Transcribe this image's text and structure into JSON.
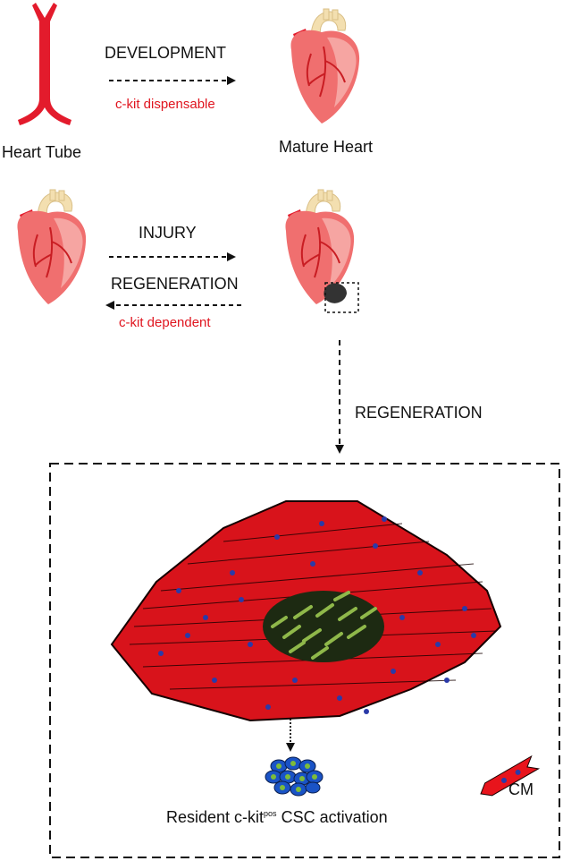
{
  "labels": {
    "heart_tube": "Heart Tube",
    "mature_heart": "Mature Heart",
    "development": "DEVELOPMENT",
    "ckit_dispensable": "c-kit dispensable",
    "injury": "INJURY",
    "regeneration_top": "REGENERATION",
    "ckit_dependent": "c-kit dependent",
    "regeneration_mid": "REGENERATION",
    "cm": "CM",
    "csc_prefix": "Resident c-kit",
    "csc_sup": "pos",
    "csc_suffix": " CSC activation"
  },
  "colors": {
    "red_text": "#e0151f",
    "tube": "#e31b2c",
    "heart_body": "#f06f6f",
    "heart_light": "#f6a5a2",
    "vessel": "#d2242a",
    "aorta": "#f3dfb0",
    "cm_red": "#e8141c",
    "nucleus": "#2b3aa8",
    "scar_green": "#8fb84a",
    "csc_blue": "#1a53c6",
    "csc_green": "#7dbb3a",
    "infarct": "#333333"
  },
  "icons": {
    "tube": "heart-tube-icon",
    "heart": "heart-icon",
    "tissue": "myocardium-tissue-icon",
    "csc": "csc-cluster-icon",
    "cm": "cardiomyocyte-icon"
  }
}
